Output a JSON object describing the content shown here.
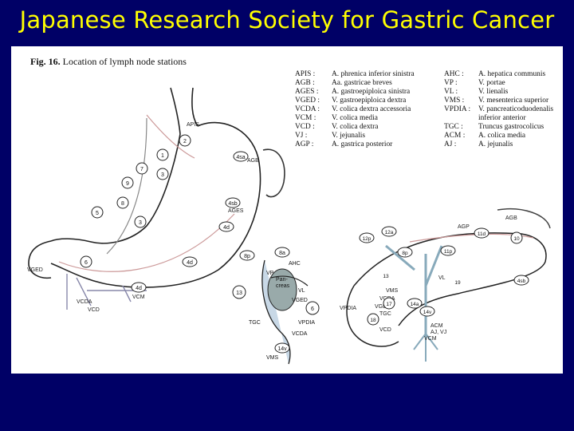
{
  "slide": {
    "title": "Japanese Research Society for Gastric Cancer",
    "background": "#000066",
    "title_color": "#ffff00"
  },
  "figure": {
    "fig_number": "Fig. 16.",
    "caption": "Location of lymph node stations",
    "legend_left": [
      {
        "abbr": "APIS :",
        "full": "A. phrenica inferior sinistra"
      },
      {
        "abbr": "AGB :",
        "full": "Aa. gastricae breves"
      },
      {
        "abbr": "AGES :",
        "full": "A. gastroepiploica sinistra"
      },
      {
        "abbr": "VGED :",
        "full": "V. gastroepiploica dextra"
      },
      {
        "abbr": "VCDA :",
        "full": "V. colica dextra accessoria"
      },
      {
        "abbr": "VCM :",
        "full": "V. colica media"
      },
      {
        "abbr": "VCD :",
        "full": "V. colica dextra"
      },
      {
        "abbr": "VJ :",
        "full": "V. jejunalis"
      },
      {
        "abbr": "AGP :",
        "full": "A. gastrica posterior"
      }
    ],
    "legend_right": [
      {
        "abbr": "AHC :",
        "full": "A. hepatica communis"
      },
      {
        "abbr": "VP :",
        "full": "V. portae"
      },
      {
        "abbr": "VL :",
        "full": "V. lienalis"
      },
      {
        "abbr": "VMS :",
        "full": "V. mesenterica superior"
      },
      {
        "abbr": "VPDIA :",
        "full": "V. pancreaticoduodenalis"
      },
      {
        "abbr": "",
        "full": "inferior anterior"
      },
      {
        "abbr": "TGC :",
        "full": "Truncus gastrocolicus"
      },
      {
        "abbr": "ACM :",
        "full": "A. colica media"
      },
      {
        "abbr": "AJ :",
        "full": "A. jejunalis"
      }
    ],
    "stomach_labels": {
      "apis": "APIS",
      "agb": "AGB",
      "ages": "AGES",
      "vged": "VGED",
      "vcda": "VCDA",
      "vcd": "VCD",
      "vcm": "VCM"
    },
    "stomach_nodes": {
      "n1": "1",
      "n2": "2",
      "n3a": "3",
      "n3b": "3",
      "n4sa": "4sa",
      "n4sb": "4sb",
      "n4d": "4d",
      "n4d2": "4d",
      "n5": "5",
      "n6": "6",
      "n7": "7",
      "n8": "8",
      "n9": "9"
    },
    "middle_labels": {
      "vp": "VP",
      "ahc": "AHC",
      "pancreas": "Pan-\ncreas",
      "vl": "VL",
      "vged": "VGED",
      "tgc": "TGC",
      "vpdia": "VPDIA",
      "vcda": "VCDA",
      "vms": "VMS"
    },
    "middle_nodes": {
      "n8p": "8p",
      "n8a": "8a",
      "n13": "13",
      "n6": "6",
      "n14v": "14v"
    },
    "pancreas_labels": {
      "agp": "AGP",
      "agb": "AGB",
      "vl": "VL",
      "vms": "VMS",
      "vcda": "VCDA",
      "vged": "VGED",
      "tgc": "TGC",
      "vpdia": "VPDIA",
      "vcd": "VCD",
      "acm": "ACM",
      "aj_vj": "AJ, VJ",
      "vcm": "VCM"
    },
    "pancreas_nodes": {
      "n12p": "12p",
      "n12a": "12a",
      "n8p": "8p",
      "n11p": "11p",
      "n11d": "11d",
      "n10": "10",
      "n4sb": "4sb",
      "n13": "13",
      "n14a": "14a",
      "n14v": "14v",
      "n17": "17",
      "n18": "18",
      "n19": "19"
    }
  }
}
